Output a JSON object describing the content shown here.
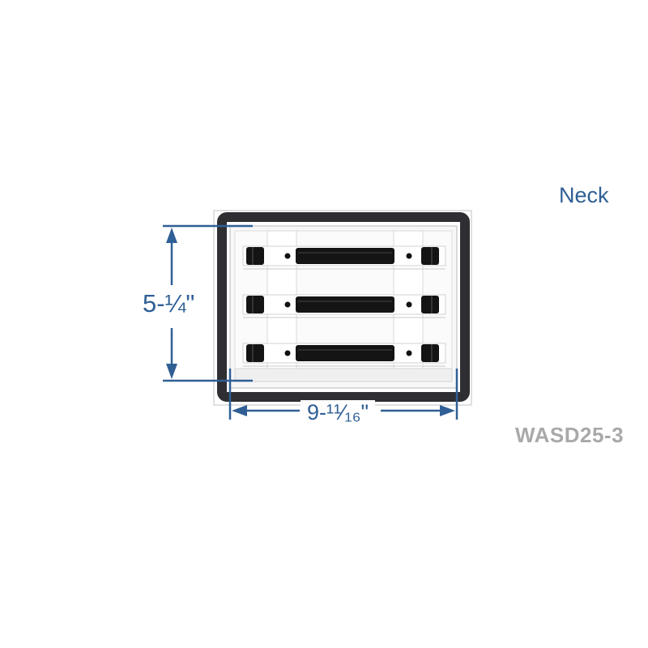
{
  "view_label": "Neck",
  "height_dimension": "5-¼\"",
  "width_dimension": "9-¹¹⁄₁₆\"",
  "model_code": "WASD25-3",
  "colors": {
    "dimension_blue": "#2f5f95",
    "model_gray": "#a9a9a9",
    "gasket": "#2e2e33",
    "grille_white": "#f6f6f6",
    "damper_black": "#141414"
  },
  "damper_rows": 3
}
